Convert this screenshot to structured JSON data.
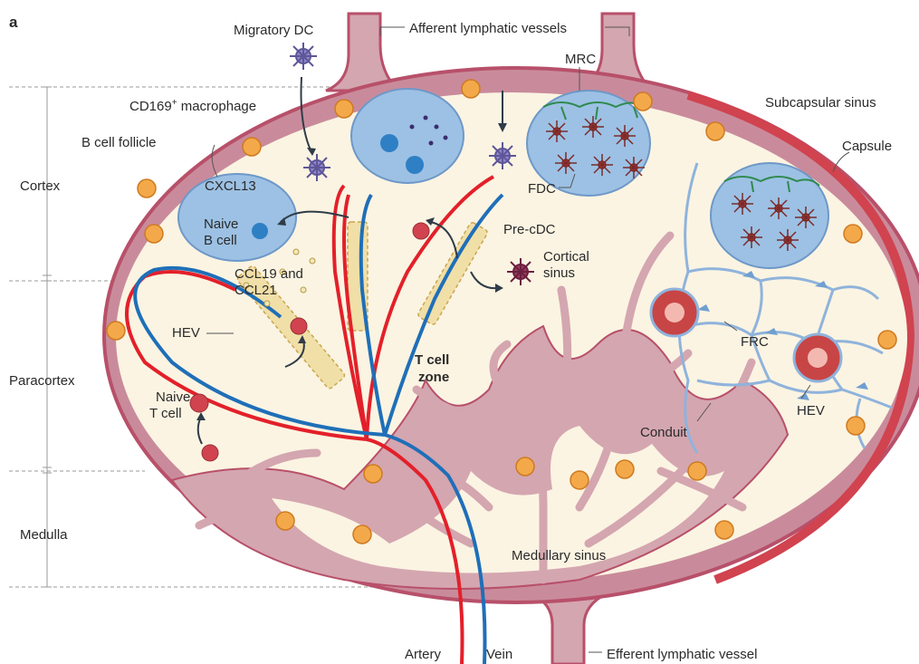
{
  "panel_letter": "a",
  "labels": {
    "migratory_dc": "Migratory DC",
    "afferent": "Afferent lymphatic vessels",
    "mrc": "MRC",
    "cd169_main": "CD169",
    "cd169_sup": "+",
    "cd169_rest": " macrophage",
    "subcapsular_sinus": "Subcapsular sinus",
    "b_cell_follicle": "B cell follicle",
    "capsule": "Capsule",
    "cortex": "Cortex",
    "cxcl13": "CXCL13",
    "naive_b_1": "Naive",
    "naive_b_2": "B cell",
    "fdc": "FDC",
    "pre_cdc": "Pre-cDC",
    "cortical_sinus_1": "Cortical",
    "cortical_sinus_2": "sinus",
    "ccl_1": "CCL19 and",
    "ccl_2": "CCL21",
    "hev_left": "HEV",
    "paracortex": "Paracortex",
    "t_zone_1": "T cell",
    "t_zone_2": "zone",
    "frc": "FRC",
    "naive_t_1": "Naive",
    "naive_t_2": "T cell",
    "conduit": "Conduit",
    "hev_right": "HEV",
    "medulla": "Medulla",
    "medullary_sinus": "Medullary sinus",
    "artery": "Artery",
    "vein": "Vein",
    "efferent": "Efferent lymphatic vessel"
  },
  "colors": {
    "capsule": "#b8506a",
    "node_fill": "#fbf4e2",
    "medulla_tissue": "#d4a6b0",
    "follicle": "#9cc1e4",
    "artery": "#e3202a",
    "vein": "#1f6fb8",
    "macrophage": "#f3a94a",
    "dc": "#8f87c9"
  }
}
